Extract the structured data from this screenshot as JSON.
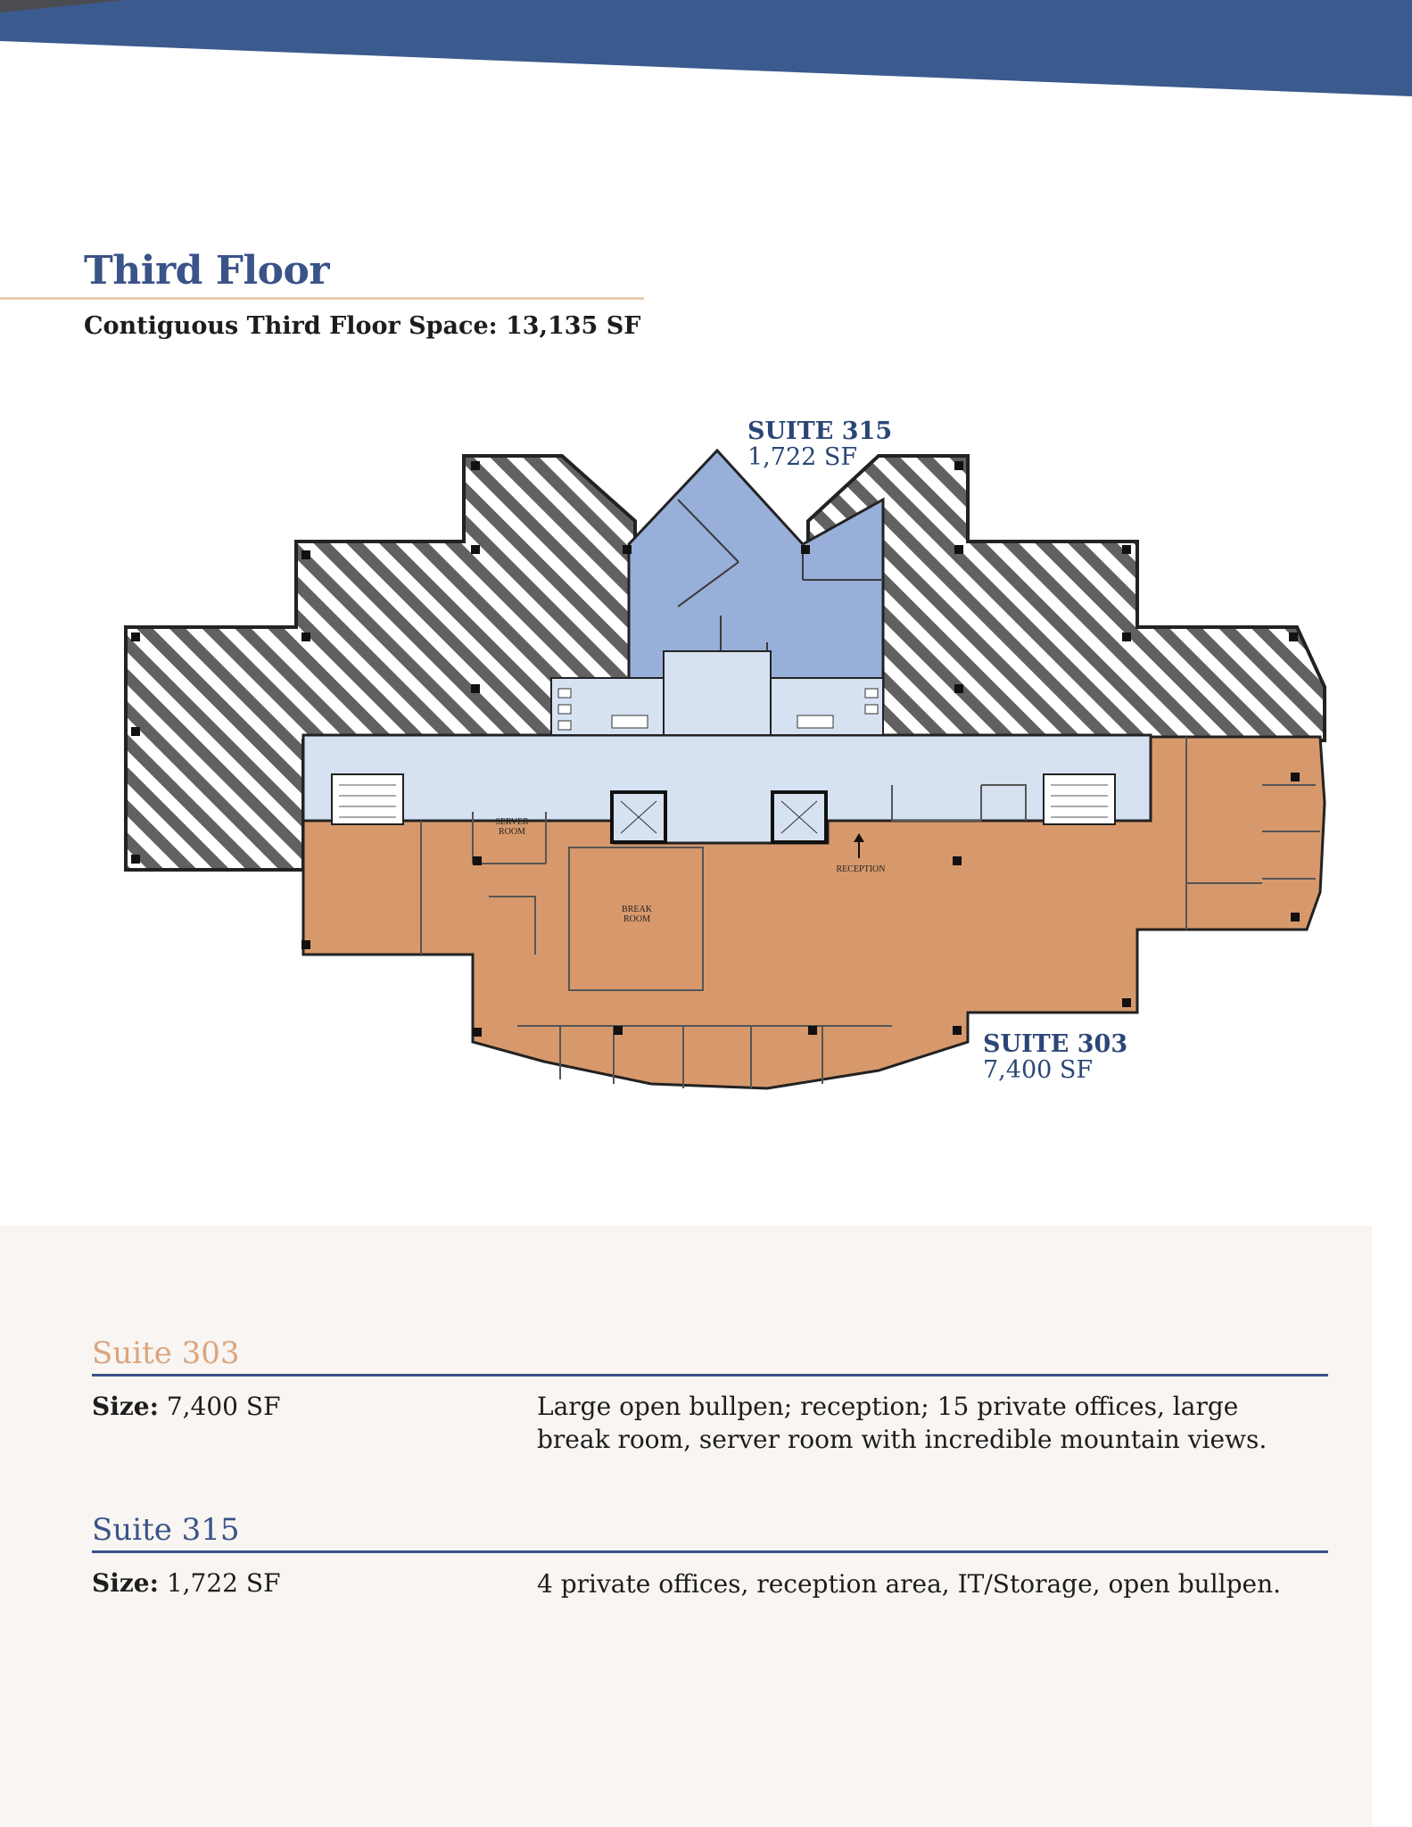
{
  "page": {
    "title": "Third Floor",
    "subtitle": "Contiguous Third Floor Space: 13,135 SF"
  },
  "floorplan": {
    "suite_315": {
      "name": "SUITE 315",
      "size": "1,722 SF"
    },
    "suite_303": {
      "name": "SUITE 303",
      "size": "7,400 SF"
    },
    "rooms": {
      "server_line1": "SERVER",
      "server_line2": "ROOM",
      "break_line1": "BREAK",
      "break_line2": "ROOM",
      "reception": "RECEPTION"
    }
  },
  "suites": [
    {
      "heading": "Suite 303",
      "size_label": "Size:",
      "size_value": "7,400 SF",
      "description": "Large open bullpen; reception; 15 private offices, large break room, server room with incredible mountain views."
    },
    {
      "heading": "Suite 315",
      "size_label": "Size:",
      "size_value": "1,722 SF",
      "description": "4 private offices, reception area, IT/Storage, open bullpen."
    }
  ],
  "colors": {
    "banner": "#3b5a8e",
    "suite_303_fill": "#d7996c",
    "suite_315_fill": "#98afd9",
    "common_area_fill": "#d6e2f2",
    "heading_blue": "#3a5388",
    "heading_tan": "#dba57d",
    "panel_bg": "#f8f5f2"
  }
}
